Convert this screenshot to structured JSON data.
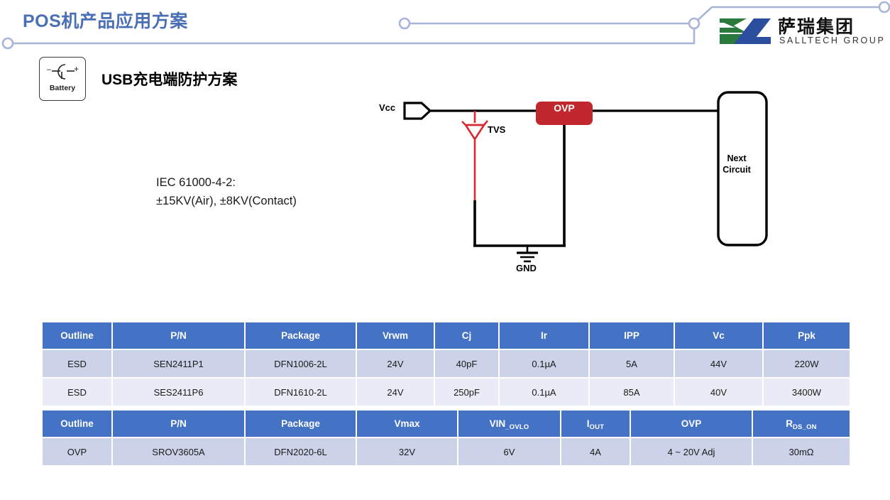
{
  "header": {
    "title": "POS机产品应用方案",
    "title_color": "#4a6fb5",
    "decoration_color": "#a8b4d8"
  },
  "logo": {
    "name_cn": "萨瑞集团",
    "name_en": "SALLTECH GROUP",
    "mark_green": "#2b7a3d",
    "mark_blue": "#2b4f9e",
    "icon": "salltech-logo-icon"
  },
  "badge": {
    "icon": "battery-icon",
    "label": "Battery"
  },
  "section": {
    "title_latin": "USB",
    "title_cn": "充电端防护方案"
  },
  "notes": {
    "standard": "IEC 61000-4-2:",
    "rating": "±15KV(Air), ±8KV(Contact)"
  },
  "schematic": {
    "vcc_label": "Vcc",
    "tvs_label": "TVS",
    "gnd_label": "GND",
    "ovp_label": "OVP",
    "next_circuit_label": "Next Circuit",
    "ovp_color": "#c0282d",
    "tvs_color": "#d62b30",
    "wire_color": "#000000"
  },
  "tables": [
    {
      "id": "esd-table",
      "headers": [
        "Outline",
        "P/N",
        "Package",
        "Vrwm",
        "Cj",
        "Ir",
        "IPP",
        "Vc",
        "Ppk"
      ],
      "rows": [
        [
          "ESD",
          "SEN2411P1",
          "DFN1006-2L",
          "24V",
          "40pF",
          "0.1µA",
          "5A",
          "44V",
          "220W"
        ],
        [
          "ESD",
          "SES2411P6",
          "DFN1610-2L",
          "24V",
          "250pF",
          "0.1µA",
          "85A",
          "40V",
          "3400W"
        ]
      ]
    },
    {
      "id": "ovp-table",
      "headers": [
        "Outline",
        "P/N",
        "Package",
        "Vmax",
        "VIN",
        "I",
        "OVP",
        "R"
      ],
      "header_subs": [
        "",
        "",
        "",
        "",
        "_OVLO",
        "OUT",
        "",
        "DS_ON"
      ],
      "rows": [
        [
          "OVP",
          "SROV3605A",
          "DFN2020-6L",
          "32V",
          "6V",
          "4A",
          "4 ~ 20V Adj",
          "30mΩ"
        ]
      ]
    }
  ],
  "theme": {
    "header_blue": "#4472c4",
    "row_a": "#ccd3e8",
    "row_b": "#e9ecf6"
  }
}
